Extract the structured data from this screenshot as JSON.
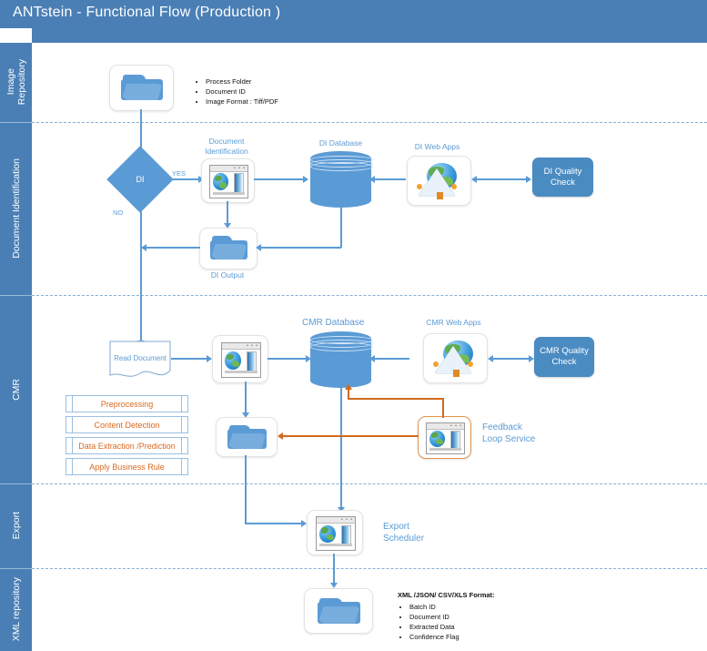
{
  "window": {
    "title": "ANTstein - Functional Flow (Production )"
  },
  "lanes": [
    {
      "id": "image-repository",
      "label": "Image\nRepository"
    },
    {
      "id": "document-identification",
      "label": "Document Identification"
    },
    {
      "id": "cmr",
      "label": "CMR"
    },
    {
      "id": "export",
      "label": "Export"
    },
    {
      "id": "xml-repository",
      "label": "XML repository"
    }
  ],
  "image_repository": {
    "folder_caption": "",
    "bullets": [
      "Process  Folder",
      "Document ID",
      "Image Format : Tiff/PDF"
    ]
  },
  "document_identification": {
    "decision_label": "DI",
    "yes_label": "YES",
    "no_label": "NO",
    "di_node_caption": "Document\nIdentification",
    "db_caption": "DI Database",
    "webapps_caption": "DI Web Apps",
    "quality_check": "DI Quality\nCheck",
    "output_caption": "DI Output"
  },
  "cmr": {
    "read_document": "Read Document",
    "db_caption": "CMR Database",
    "webapps_caption": "CMR Web Apps",
    "quality_check": "CMR Quality\nCheck",
    "feedback_service": "Feedback\nLoop Service",
    "steps": [
      "Preprocessing",
      "Content Detection",
      "Data Extraction /Prediction",
      "Apply Business Rule"
    ]
  },
  "export": {
    "scheduler_caption": "Export\nScheduler"
  },
  "xml_repository": {
    "format_header": "XML /JSON/ CSV/XLS Format:",
    "bullets": [
      "Batch ID",
      "Document  ID",
      "Extracted  Data",
      "Confidence Flag"
    ]
  },
  "colors": {
    "header_blue": "#4a7fb5",
    "accent_blue": "#5b9bd5",
    "pill_blue": "#4a8bc2",
    "orange": "#d2691e",
    "lane_divider": "#86aed4"
  }
}
